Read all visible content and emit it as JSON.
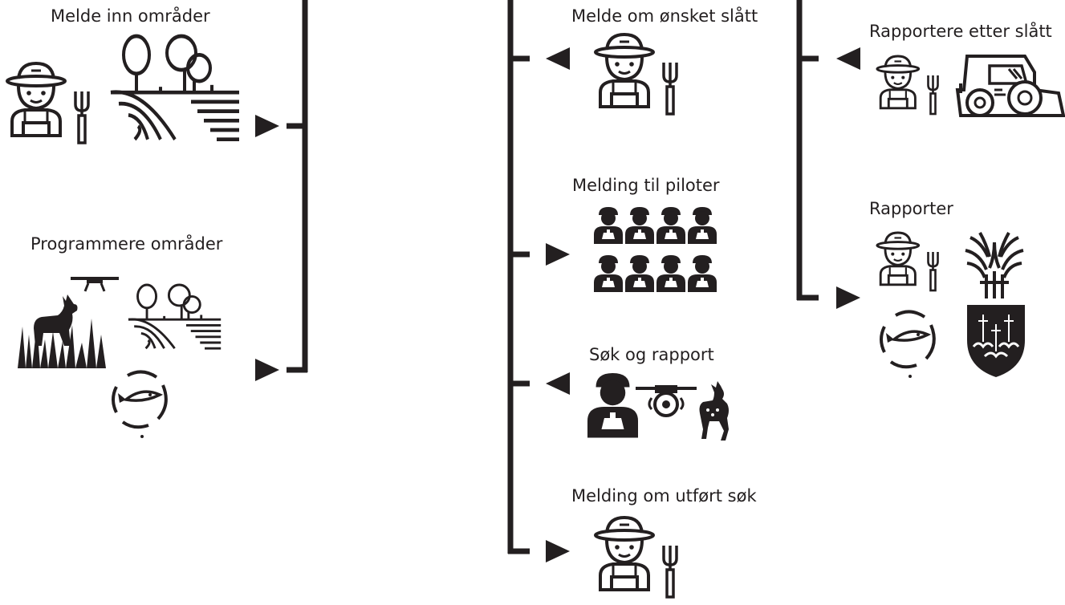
{
  "colors": {
    "ink": "#231f20",
    "background": "#ffffff"
  },
  "left": {
    "melde_inn": {
      "label": "Melde inn områder",
      "icons": [
        "farmer-icon",
        "pitchfork-icon",
        "trees-field-icon"
      ]
    },
    "programmere": {
      "label": "Programmere områder",
      "icons": [
        "drone-icon",
        "deer-in-grass-icon",
        "trees-field-icon",
        "fish-logo-icon"
      ]
    }
  },
  "middle": {
    "melde_om_onsket_slatt": {
      "label": "Melde om ønsket slått",
      "arrow": "left",
      "icons": [
        "farmer-icon",
        "pitchfork-icon"
      ]
    },
    "melding_til_piloter": {
      "label": "Melding til piloter",
      "arrow": "right",
      "icons": [
        "pilot-group-icon"
      ]
    },
    "sok_og_rapport": {
      "label": "Søk og rapport",
      "arrow": "left",
      "icons": [
        "pilot-icon",
        "drone-icon",
        "fawn-icon"
      ]
    },
    "melding_om_utfort_sok": {
      "label": "Melding om utført søk",
      "arrow": "right",
      "icons": [
        "farmer-icon",
        "pitchfork-icon"
      ]
    }
  },
  "right": {
    "rapportere_etter_slatt": {
      "label": "Rapportere etter slått",
      "arrow": "left",
      "icons": [
        "farmer-icon",
        "pitchfork-icon",
        "harvester-icon"
      ]
    },
    "rapporter": {
      "label": "Rapporter",
      "arrow": "right",
      "icons": [
        "farmer-icon",
        "pitchfork-icon",
        "wheat-emblem-icon",
        "fish-logo-icon",
        "municipality-shield-icon"
      ]
    }
  }
}
